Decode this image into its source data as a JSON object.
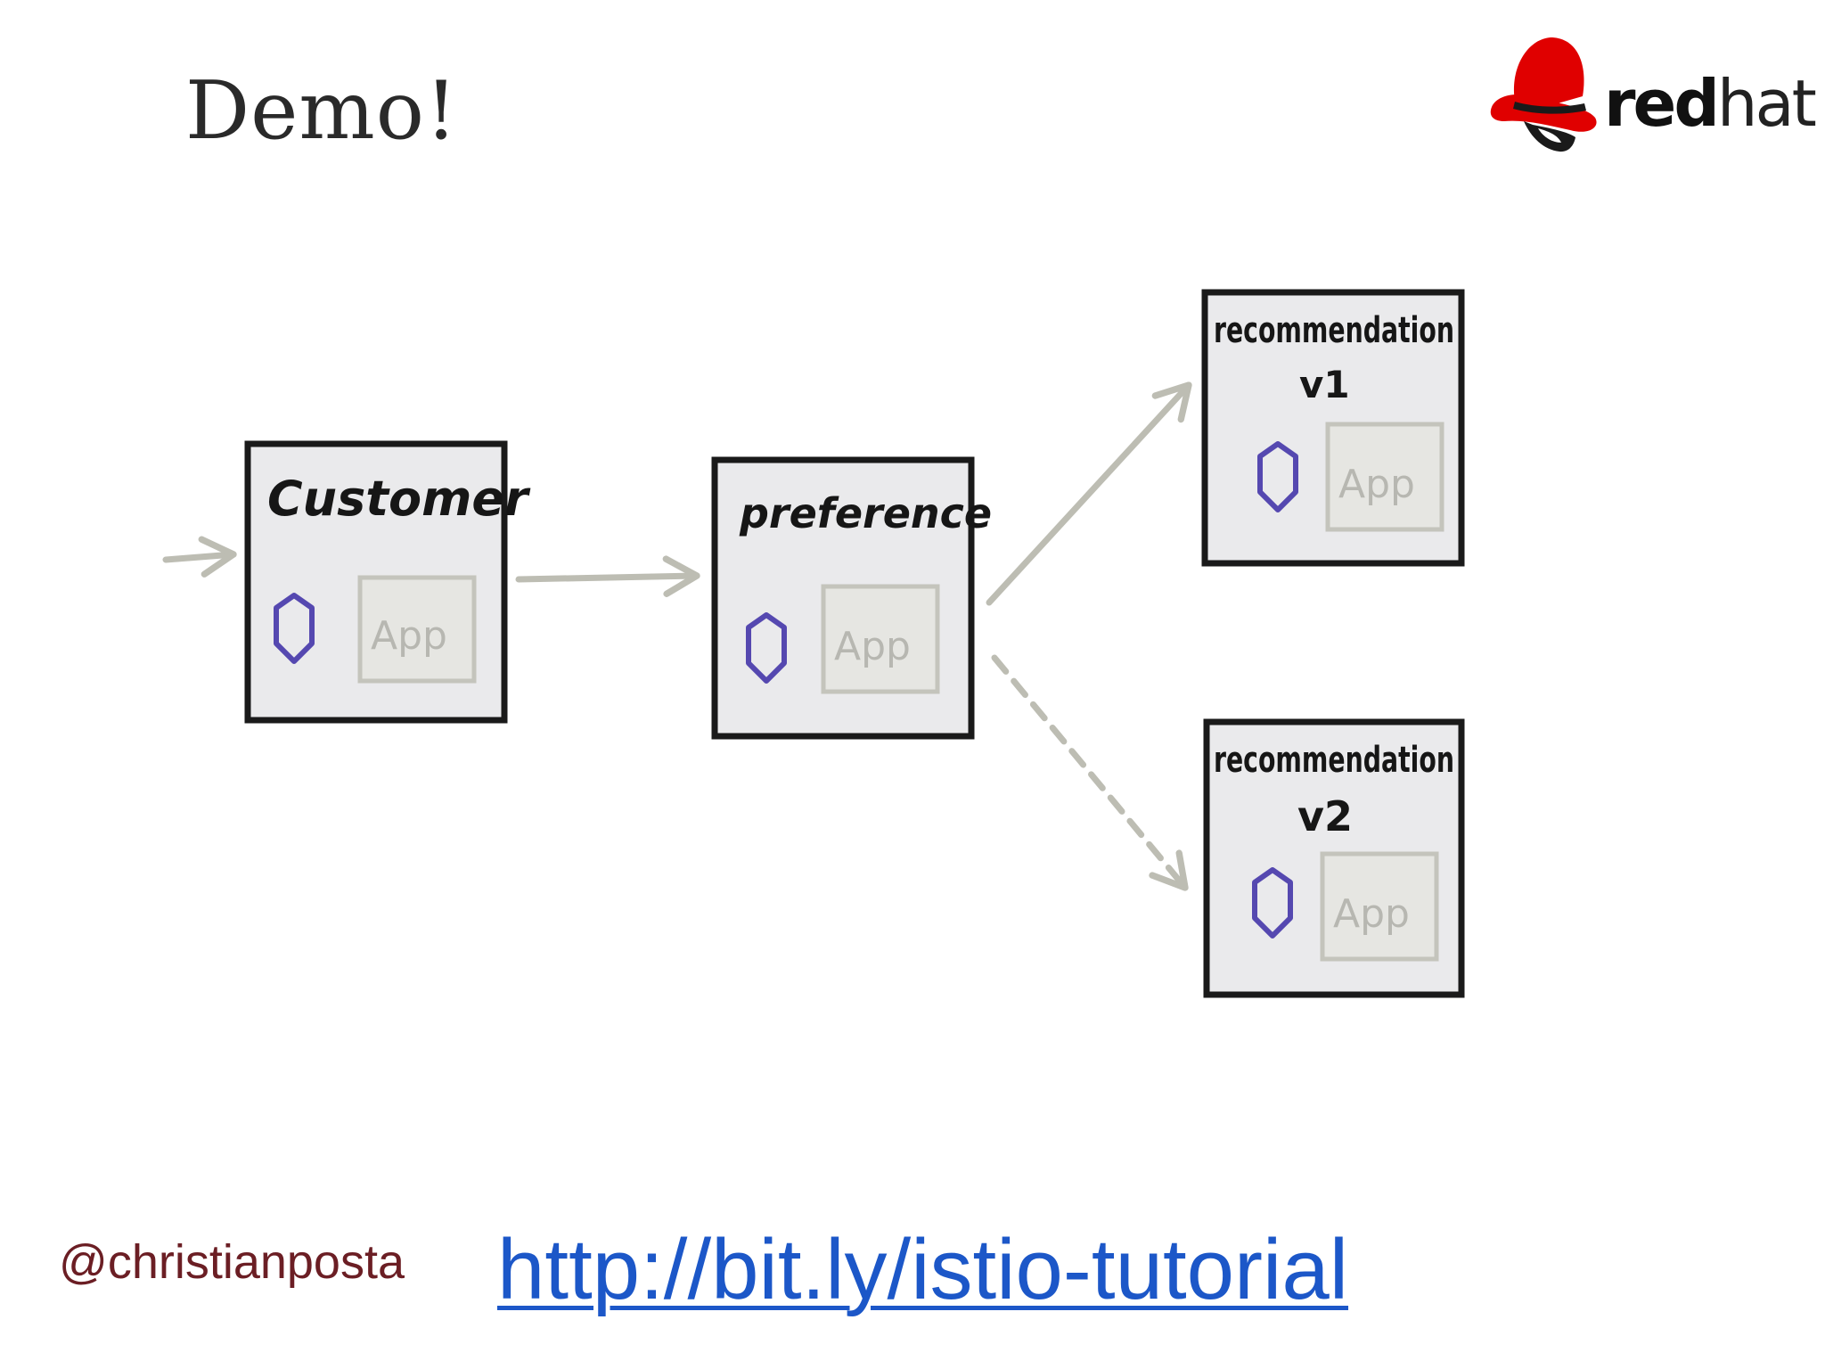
{
  "slide": {
    "title": "Demo!"
  },
  "logo": {
    "icon": "redhat-shadowman-icon",
    "text_red": "red",
    "text_hat": "hat",
    "brand_color": "#e00000"
  },
  "diagram": {
    "nodes": [
      {
        "id": "customer",
        "label_lines": [
          "Customer"
        ],
        "app_label": "App"
      },
      {
        "id": "preference",
        "label_lines": [
          "preference"
        ],
        "app_label": "App"
      },
      {
        "id": "recommendation-v1",
        "label_lines": [
          "recommendation",
          "v1"
        ],
        "app_label": "App"
      },
      {
        "id": "recommendation-v2",
        "label_lines": [
          "recommendation",
          "v2"
        ],
        "app_label": "App"
      }
    ],
    "edges": [
      {
        "from": "external",
        "to": "customer",
        "style": "solid"
      },
      {
        "from": "customer",
        "to": "preference",
        "style": "solid"
      },
      {
        "from": "preference",
        "to": "recommendation-v1",
        "style": "solid"
      },
      {
        "from": "preference",
        "to": "recommendation-v2",
        "style": "dashed"
      }
    ],
    "colors": {
      "box_fill": "#eaeaec",
      "box_stroke": "#1a1a1a",
      "sidecar": "#5548b0",
      "app_box": "#c4c4bc",
      "arrow": "#bdbdb3"
    }
  },
  "footer": {
    "handle": "@christianposta",
    "link": "http://bit.ly/istio-tutorial"
  }
}
